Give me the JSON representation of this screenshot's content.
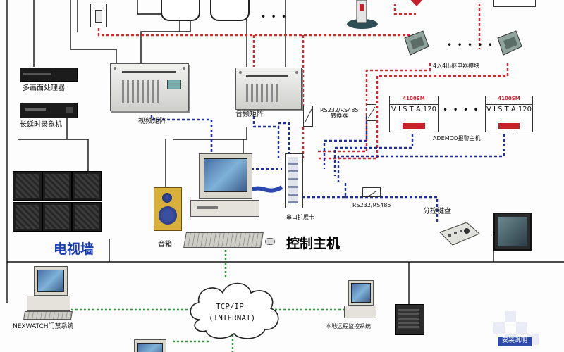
{
  "labels": {
    "multi_screen_processor": "多画面处理器",
    "long_delay_recorder": "长延时录象机",
    "video_matrix": "视频矩阵",
    "audio_matrix": "音频矩阵",
    "rs232_converter": "RS232/RS485\n转换器",
    "io_module": "4入4出继电器模块",
    "alarm_host": "ADEMCO报警主机",
    "panel_model": "4100SM",
    "panel_display": "V I S T A 120",
    "panel_brand": "ADEMCO",
    "serial_card": "串口扩展卡",
    "rs232_rs485": "RS232/RS485",
    "control_keyboard": "分控键盘",
    "speaker": "音箱",
    "control_host": "控制主机",
    "tv_wall": "电视墙",
    "cloud_line1": "TCP/IP",
    "cloud_line2": "(INTERNAT)",
    "nexwatch": "NEXWATCH门禁系统",
    "remote_monitor": "本地远程监控系统",
    "watermark": "安装说明"
  },
  "dots": {
    "top": "• • •",
    "middle": "• • • •",
    "right_panels": "• • • • •"
  },
  "colors": {
    "red_dashed": "#d8262e",
    "blue_dashed": "#1f2f9a",
    "green_dashed": "#2c9a3a",
    "black_line": "#111111",
    "tv_wall_text": "#1a3fb0"
  },
  "icons": {
    "dvr": "dvr-icon",
    "matrix": "matrix-icon",
    "computer": "computer-icon",
    "speaker": "speaker-icon",
    "cloud": "cloud-icon",
    "ptz_camera": "ptz-camera-icon",
    "keyboard_controller": "control-keyboard-icon"
  }
}
